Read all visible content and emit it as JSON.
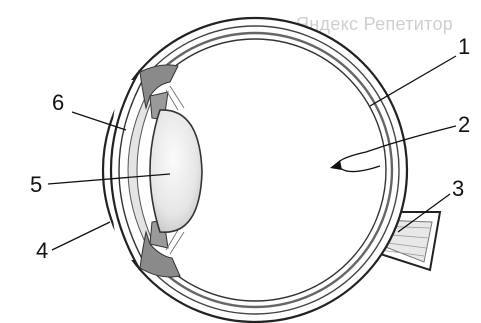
{
  "watermark": "Яндекс Репетитор",
  "labels": {
    "l1": "1",
    "l2": "2",
    "l3": "3",
    "l4": "4",
    "l5": "5",
    "l6": "6"
  }
}
